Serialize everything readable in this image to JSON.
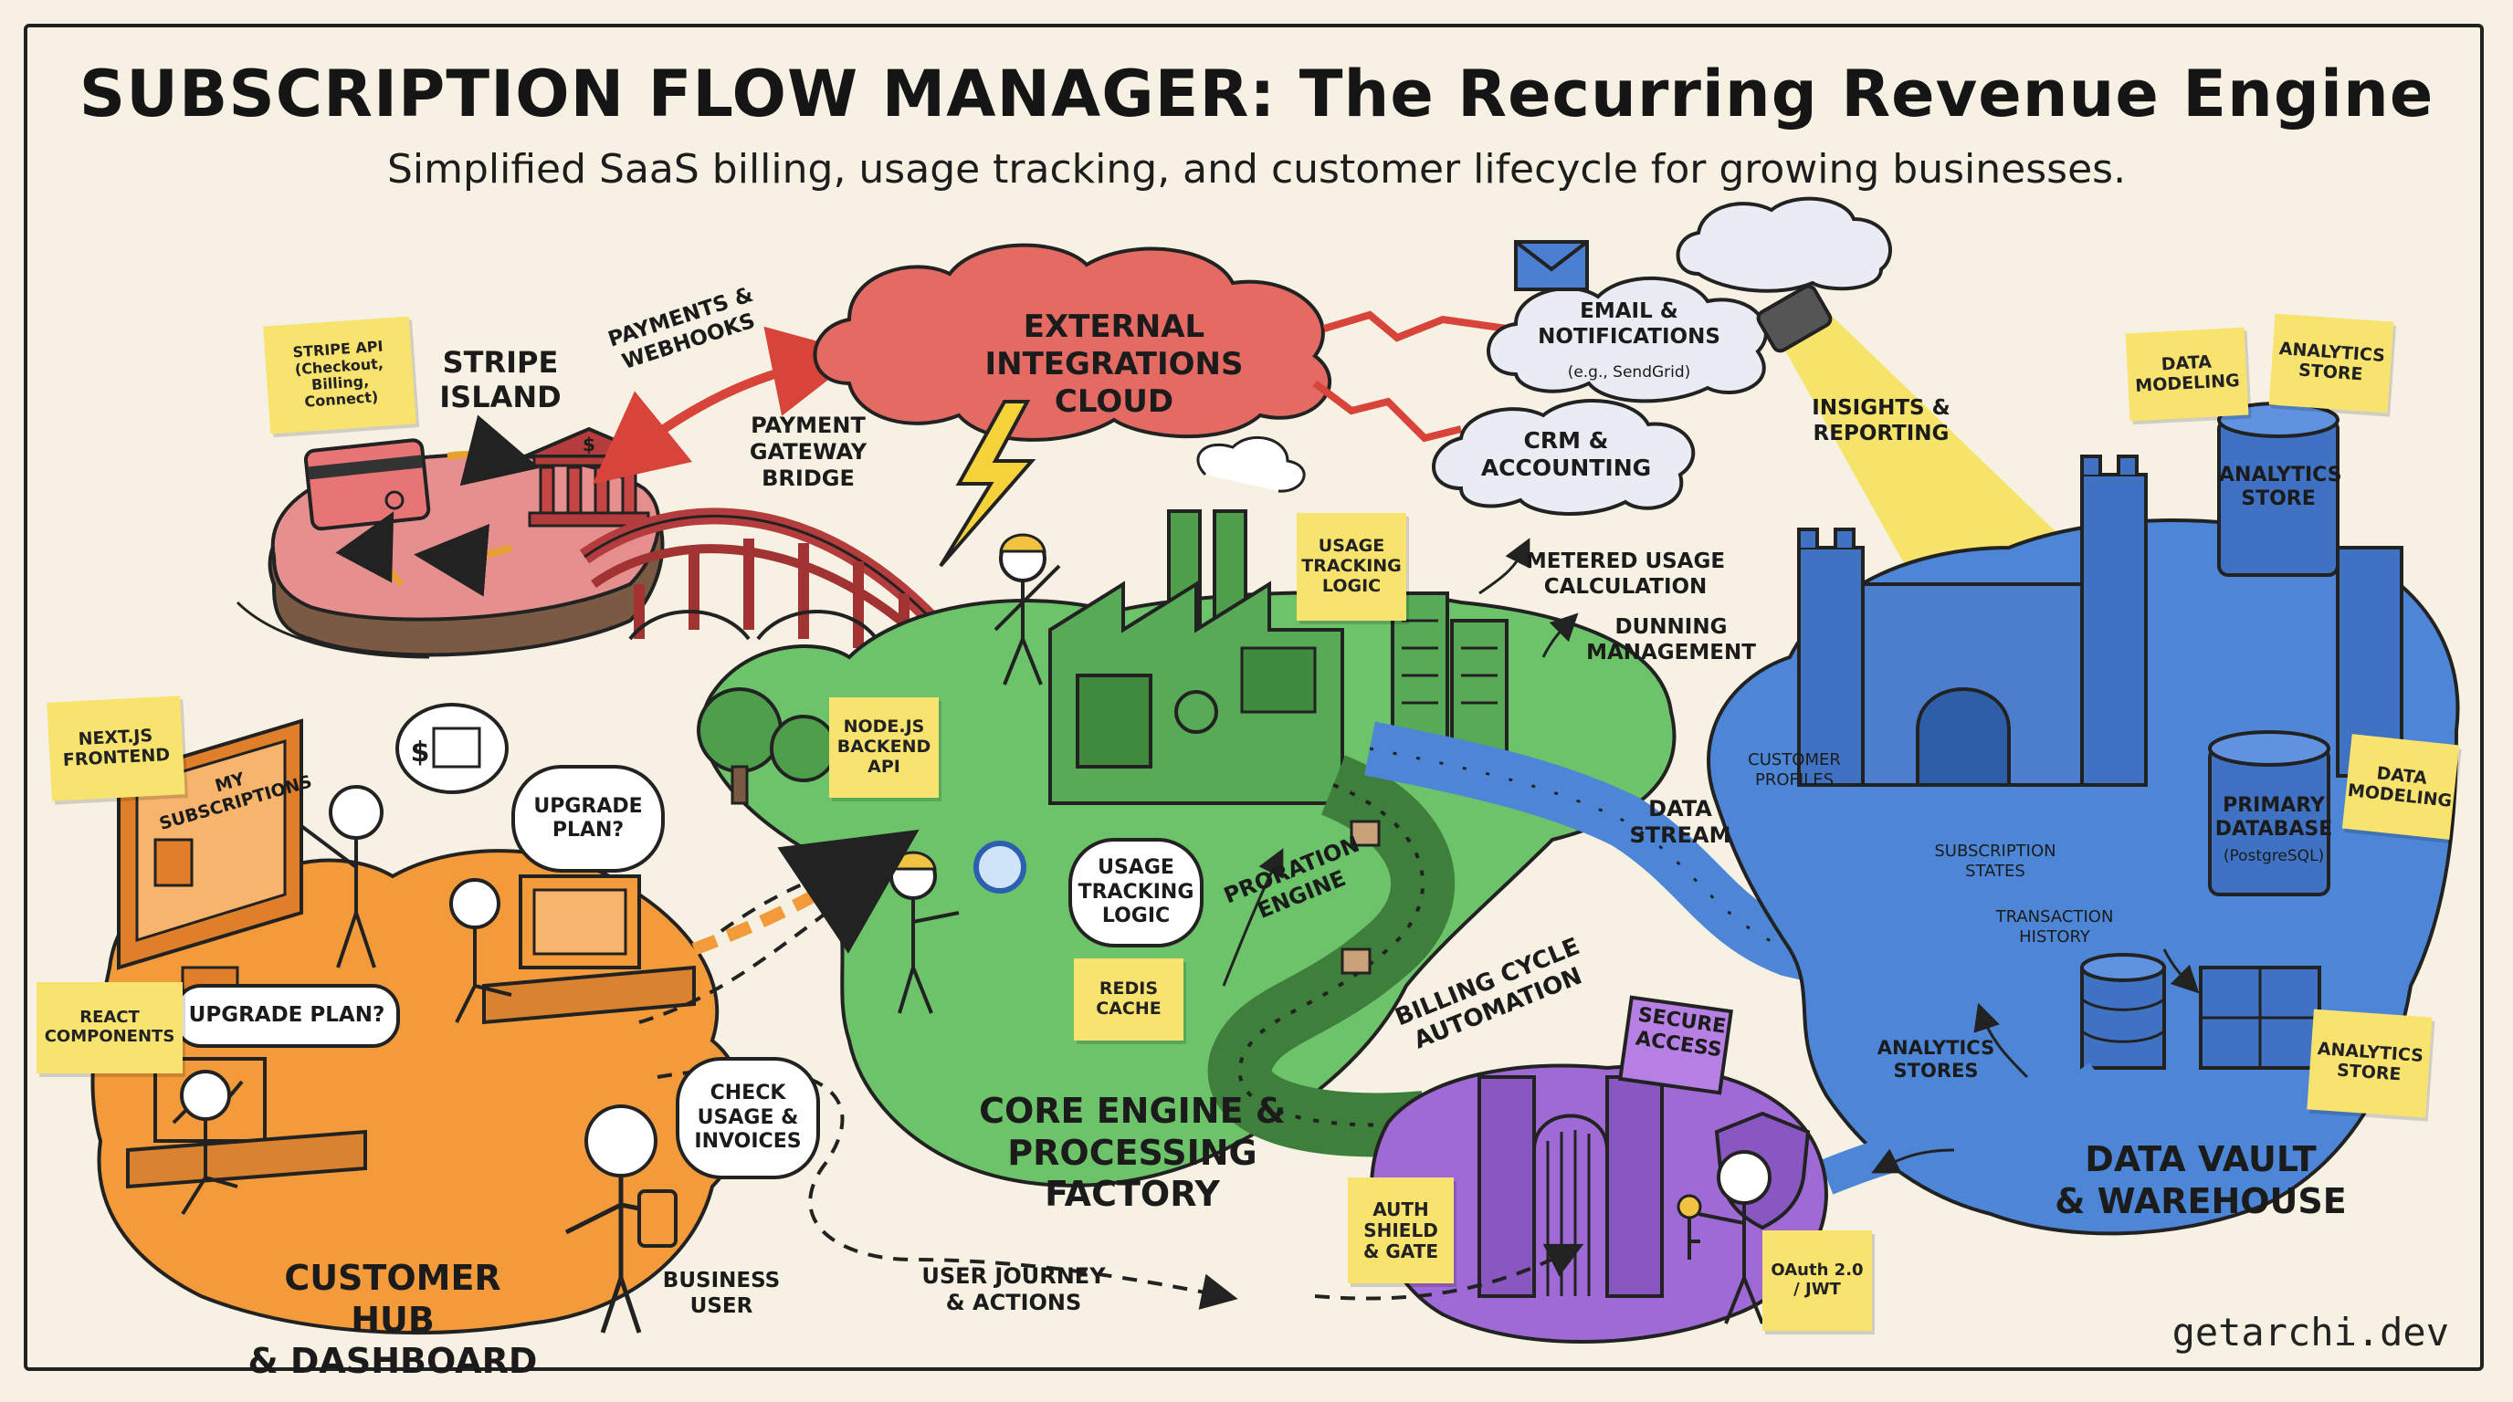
{
  "header": {
    "title": "SUBSCRIPTION FLOW MANAGER: The Recurring Revenue Engine",
    "subtitle": "Simplified SaaS billing, usage tracking, and customer lifecycle for growing businesses."
  },
  "regions": {
    "stripe_island": "STRIPE\nISLAND",
    "external_cloud": "EXTERNAL INTEGRATIONS\nCLOUD",
    "email_cloud": "EMAIL &\nNOTIFICATIONS",
    "email_cloud_note": "(e.g., SendGrid)",
    "crm_cloud": "CRM &\nACCOUNTING",
    "core_engine": "CORE ENGINE &\nPROCESSING FACTORY",
    "customer_hub": "CUSTOMER HUB\n& DASHBOARD",
    "data_vault": "DATA VAULT\n& WAREHOUSE"
  },
  "labels": {
    "payments_webhooks": "PAYMENTS &\nWEBHOOKS",
    "payment_gateway_bridge": "PAYMENT\nGATEWAY\nBRIDGE",
    "insights_reporting": "INSIGHTS &\nREPORTING",
    "metered_usage": "METERED USAGE\nCALCULATION",
    "dunning": "DUNNING\nMANAGEMENT",
    "data_stream": "DATA\nSTREAM",
    "proration_engine": "PRORATION\nENGINE",
    "billing_cycle": "BILLING CYCLE\nAUTOMATION",
    "customer_profiles": "CUSTOMER\nPROFILES",
    "subscription_states": "SUBSCRIPTION\nSTATES",
    "transaction_history": "TRANSACTION\nHISTORY",
    "primary_database": "PRIMARY\nDATABASE",
    "primary_database_note": "(PostgreSQL)",
    "analytics_store_tank": "ANALYTICS\nSTORE",
    "analytics_stores": "ANALYTICS\nSTORES",
    "secure_access": "SECURE\nACCESS",
    "business_user": "BUSINESS\nUSER",
    "user_journey": "USER JOURNEY\n& ACTIONS",
    "my_subscriptions": "MY SUBSCRIPTIONS"
  },
  "bubbles": {
    "upgrade_plan_think": "UPGRADE\nPLAN?",
    "upgrade_plan_say": "UPGRADE PLAN?",
    "check_usage": "CHECK\nUSAGE &\nINVOICES",
    "usage_tracking_bubble": "USAGE\nTRACKING\nLOGIC"
  },
  "stickies": {
    "stripe_api": "STRIPE API\n(Checkout, Billing,\nConnect)",
    "usage_tracking": "USAGE\nTRACKING\nLOGIC",
    "nodejs_backend": "NODE.JS\nBACKEND\nAPI",
    "redis_cache": "REDIS\nCACHE",
    "nextjs_frontend": "NEXT.JS\nFRONTEND",
    "react_components": "REACT\nCOMPONENTS",
    "auth_shield": "AUTH\nSHIELD\n& GATE",
    "oauth_jwt": "OAuth 2.0\n/ JWT",
    "data_modeling_top": "DATA\nMODELING",
    "analytics_store_top": "ANALYTICS\nSTORE",
    "data_modeling_right": "DATA\nMODELING",
    "analytics_store_bottom": "ANALYTICS\nSTORE"
  },
  "footer": {
    "brand": "getarchi.dev"
  },
  "colors": {
    "background": "#f6f1e2",
    "stripe": "#e58f8f",
    "cloud_red": "#e36b63",
    "core_green": "#6cc36a",
    "hub_orange": "#f39a3a",
    "vault_blue": "#4d86d6",
    "secure_purple": "#a06ad6",
    "sticky": "#f8e36f"
  },
  "icons": [
    "credit-card-icon",
    "bank-icon",
    "envelope-icon",
    "spotlight-icon",
    "factory-icon",
    "castle-icon",
    "gear-icon",
    "shield-icon",
    "key-icon",
    "calendar-dollar-icon",
    "magnifier-icon",
    "wrench-icon"
  ]
}
